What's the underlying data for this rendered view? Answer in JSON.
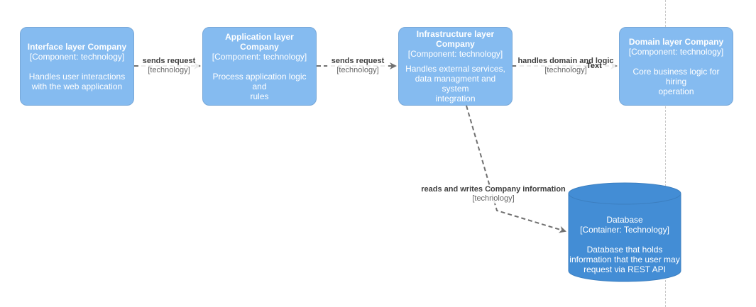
{
  "nodes": [
    {
      "title": "Interface layer Company",
      "type": "[Component: technology]",
      "desc": [
        "Handles user interactions",
        "with the web application"
      ]
    },
    {
      "title": "Application layer Company",
      "type": "[Component: technology]",
      "desc": [
        "Process application logic and",
        "rules"
      ]
    },
    {
      "title_lines": [
        "Infrastructure layer",
        "Company"
      ],
      "type": "[Component: technology]",
      "desc": [
        "Handles external services,",
        "data managment and system",
        "integration"
      ]
    },
    {
      "title": "Domain layer Company",
      "type": "[Component: technology]",
      "desc": [
        "Core business logic for hiring",
        "operation"
      ]
    }
  ],
  "database": {
    "title": "Database",
    "type": "[Container: Technology]",
    "desc": [
      "Database that holds",
      "information that the user may",
      "request via REST API"
    ]
  },
  "edges": [
    {
      "label": "sends request",
      "tech": "[technology]"
    },
    {
      "label": "sends request",
      "tech": "[technology]"
    },
    {
      "label": "handles domain and logic",
      "tech": "[technology]",
      "extra": "Text"
    },
    {
      "label": "reads and writes Company information",
      "tech": "[technology]"
    }
  ],
  "colors": {
    "component": "#85bbf0",
    "database": "#438dd5",
    "edge": "#707070"
  }
}
